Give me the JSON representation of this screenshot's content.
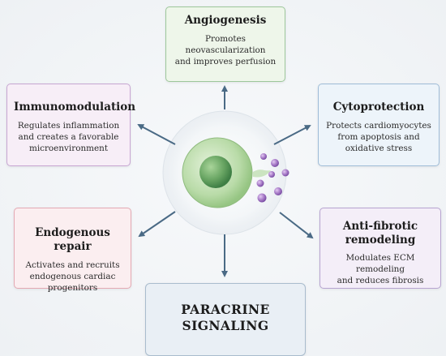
{
  "cards": {
    "angiogenesis": {
      "title": "Angiogenesis",
      "line1": "Promotes neovascularization",
      "line2": "and improves perfusion"
    },
    "immunomodulation": {
      "title": "Immunomodulation",
      "line1": "Regulates inflammation",
      "line2": "and creates a favorable",
      "line3": "microenvironment"
    },
    "cytoprotection": {
      "title": "Cytoprotection",
      "line1": "Protects cardiomyocytes",
      "line2": "from apoptosis and",
      "line3": "oxidative stress"
    },
    "endogenous_repair": {
      "title": "Endogenous repair",
      "line1": "Activates and recruits",
      "line2": "endogenous cardiac",
      "line3": "progenitors"
    },
    "anti_fibrotic": {
      "title1": "Anti-fibrotic",
      "title2": "remodeling",
      "line1": "Modulates ECM remodeling",
      "line2": "and reduces fibrosis"
    }
  },
  "center": {
    "line1": "PARACRINE",
    "line2": "SIGNALING"
  },
  "colors": {
    "arrow": "#4a6a85",
    "cell_green": "#b9dba8",
    "nucleus_green": "#6aa664",
    "vesicle_purple": "#a77bc7"
  }
}
